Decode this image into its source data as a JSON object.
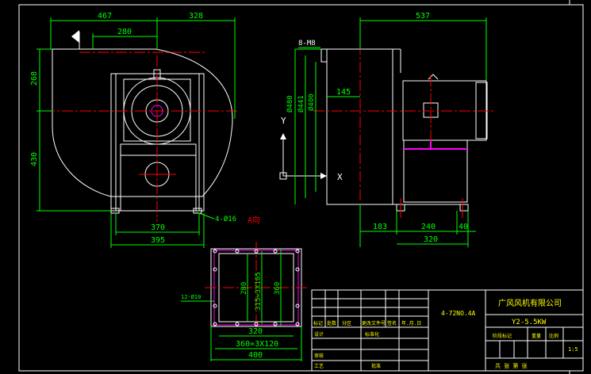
{
  "colors": {
    "background": "#000000",
    "outline": "#ffffff",
    "dimension": "#00ff00",
    "centerline": "#ff0000",
    "highlight": "#ff00ff",
    "title_text": "#ffff00",
    "axis": "#ffffff"
  },
  "front_view": {
    "dims": {
      "top_left": "467",
      "top_right": "328",
      "inner_top": "280",
      "left_upper": "268",
      "left_lower": "430",
      "bottom_inner": "370",
      "bottom_outer": "395"
    },
    "hole_callout": "4-Ø16",
    "view_label": "A向"
  },
  "side_view": {
    "dims": {
      "overall_top": "537",
      "flange_bolts": "8-M8",
      "dia_480": "Ø480",
      "dia_441": "Ø441",
      "dia_400": "Ø400",
      "offset": "145",
      "bottom_a": "183",
      "bottom_b": "240",
      "bottom_c": "40",
      "bottom_overall": "320"
    },
    "axis_y": "Y",
    "axis_x": "X"
  },
  "outlet_view": {
    "dims": {
      "h_inner": "280",
      "h_pitch": "315=3X105",
      "h_outer": "360",
      "w_inner": "320",
      "w_pitch": "360=3X120",
      "w_outer": "400"
    },
    "hole_callout": "12-Ø10"
  },
  "title_block": {
    "drawing_name": "4-72NO.4A",
    "company": "广风风机有限公司",
    "drawing_no": "Y2-5.5KW",
    "header_row": [
      "标记",
      "处数",
      "分区",
      "更改文件号",
      "签名",
      "年.月.日"
    ],
    "left_rows": [
      "设计",
      "审核",
      "工艺"
    ],
    "mid_label_1": "标准化",
    "mid_label_2": "批准",
    "stage_label": "阶段标记",
    "weight_label": "重量",
    "scale_label": "比例",
    "scale_value": "1:5",
    "sheet_label": "共 张 第 张"
  }
}
